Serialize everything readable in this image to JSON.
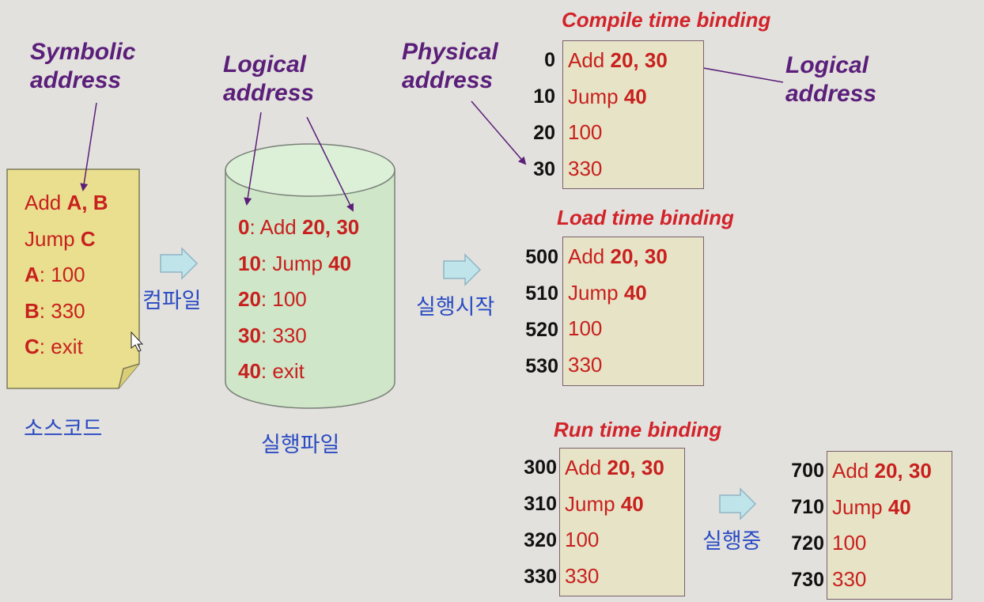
{
  "labels": {
    "symbolic_address": [
      "Symbolic",
      "address"
    ],
    "logical_address_mid": [
      "Logical",
      "address"
    ],
    "physical_address": [
      "Physical",
      "address"
    ],
    "logical_address_right": [
      "Logical",
      "address"
    ]
  },
  "source_code": {
    "title": "소스코드",
    "lines": [
      {
        "pre": "Add ",
        "bold": "A, B",
        "post": ""
      },
      {
        "pre": "Jump ",
        "bold": "C",
        "post": ""
      },
      {
        "pre": "",
        "bold": "A",
        "post": ": 100"
      },
      {
        "pre": "",
        "bold": "B",
        "post": ": 330"
      },
      {
        "pre": "",
        "bold": "C",
        "post": ": exit"
      }
    ]
  },
  "compile_label": "컴파일",
  "executable": {
    "title": "실행파일",
    "lines": [
      {
        "bold1": "0",
        "mid": ": Add  ",
        "bold2": "20, 30"
      },
      {
        "bold1": "10",
        "mid": ": Jump ",
        "bold2": "40"
      },
      {
        "bold1": "20",
        "mid": ": 100",
        "bold2": ""
      },
      {
        "bold1": "30",
        "mid": ": 330",
        "bold2": ""
      },
      {
        "bold1": "40",
        "mid": ": exit",
        "bold2": ""
      }
    ]
  },
  "start_label": "실행시작",
  "running_label": "실행중",
  "memory_lines": [
    {
      "pre": "Add  ",
      "bold": "20, 30"
    },
    {
      "pre": "Jump ",
      "bold": "40"
    },
    {
      "pre": "100",
      "bold": ""
    },
    {
      "pre": "330",
      "bold": ""
    }
  ],
  "compile_binding": {
    "title": "Compile time binding",
    "addresses": [
      "0",
      "10",
      "20",
      "30"
    ]
  },
  "load_binding": {
    "title": "Load time binding",
    "addresses": [
      "500",
      "510",
      "520",
      "530"
    ]
  },
  "run_binding": {
    "title": "Run time binding",
    "addresses": [
      "300",
      "310",
      "320",
      "330"
    ],
    "addresses_after": [
      "700",
      "710",
      "720",
      "730"
    ]
  },
  "colors": {
    "background": "#e2e1dd",
    "purple": "#5b1f7a",
    "red": "#c8201e",
    "blue_korean": "#2b4bc4",
    "note_fill": "#e9df8e",
    "cylinder_fill": "#cfe6c8",
    "box_fill": "#e7e3c6"
  }
}
